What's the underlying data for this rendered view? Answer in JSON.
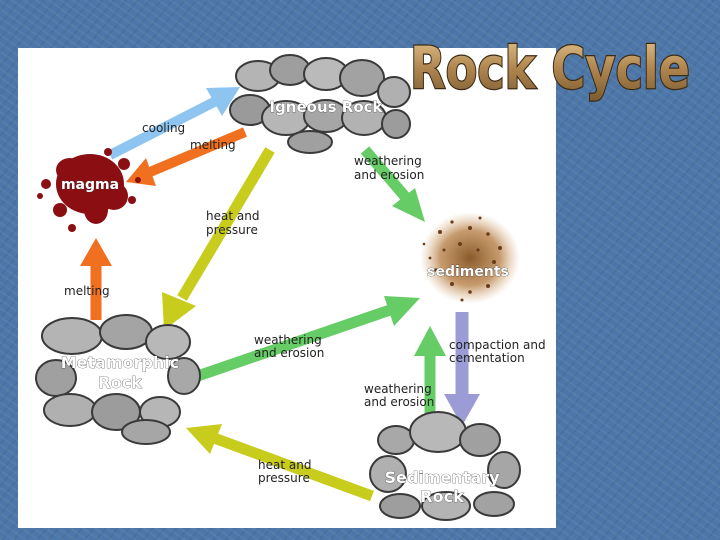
{
  "title": "Rock Cycle",
  "nodes": {
    "igneous": "Igneous Rock",
    "magma": "magma",
    "sediments": "sediments",
    "metamorphic_line1": "Metamorphic",
    "metamorphic_line2": "Rock",
    "sedimentary_line1": "Sedimentary",
    "sedimentary_line2": "Rock"
  },
  "edges": {
    "cooling": "cooling",
    "melting_igneous": "melting",
    "melting_metamorphic": "melting",
    "weathering_igneous_1": "weathering",
    "weathering_igneous_2": "and erosion",
    "heat_pressure_igneous_1": "heat and",
    "heat_pressure_igneous_2": "pressure",
    "weathering_metamorphic_1": "weathering",
    "weathering_metamorphic_2": "and erosion",
    "compaction_1": "compaction and",
    "compaction_2": "cementation",
    "weathering_sedimentary_1": "weathering",
    "weathering_sedimentary_2": "and erosion",
    "heat_pressure_sedimentary_1": "heat and",
    "heat_pressure_sedimentary_2": "pressure"
  },
  "colors": {
    "background": "#4d77a8",
    "arrow_blue": "#8ec5f0",
    "arrow_orange": "#f07020",
    "arrow_green": "#66cc66",
    "arrow_olive": "#c8cc1c",
    "arrow_lavender": "#9b9bd6",
    "magma": "#8b0f12",
    "rock_fill": "#a8a8a8"
  }
}
